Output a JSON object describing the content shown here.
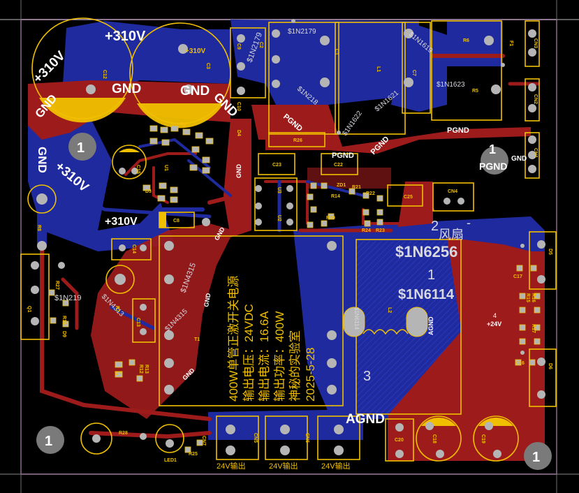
{
  "colors": {
    "background": "#000000",
    "top_copper": "#9e1b1b",
    "bottom_copper": "#1f2a9e",
    "silkscreen": "#f0c000",
    "pad": "#b5b5b5",
    "board_outline": "#c060c0",
    "top_silk_text": "#ffffff",
    "net_label": "#d8d8e0"
  },
  "nets": {
    "hv_plus": "+310V",
    "gnd": "GND",
    "pgnd": "PGND",
    "agnd": "AGND",
    "plus24": "+24V"
  },
  "pin_numbers": {
    "one": "1",
    "two": "2",
    "three": "3",
    "four": "4"
  },
  "netname_labels": {
    "n6256": "$1N6256",
    "n6114": "$1N6114",
    "n6114_short": "$1N6114",
    "n2179": "$1N2179",
    "n2179_b": "$1N2179",
    "n218": "$1N218",
    "n1622": "$1N1622",
    "n1623": "$1N1623",
    "n1621": "$1N1621",
    "n1619": "$1N1619",
    "n4315": "$1N4315",
    "n4315_b": "$1N4315",
    "n4313": "$1N4313",
    "n219": "$1N219"
  },
  "fan_label": "风扇",
  "fan_minus": "-",
  "mounting_hole": "1",
  "silk_note": {
    "line1": "400W单管正激开关电源",
    "line2": "输出电压：24VDC",
    "line3": "输出电流：16.6A",
    "line4": "输出功率：400W",
    "line5": "神秘的实验室",
    "line6": "2025-5-28"
  },
  "output_labels": {
    "out1": "24V输出",
    "out2": "24V输出",
    "out3": "24V输出"
  },
  "refdes": {
    "C12": "C12",
    "C3": "C3",
    "C2": "C2",
    "C1": "C1",
    "L1": "L1",
    "C7": "C7",
    "F1": "F1",
    "CN3": "CN3",
    "CN2": "CN2",
    "CN1": "CN1",
    "R5": "R5",
    "R6": "R6",
    "C9": "C9",
    "C10": "C10",
    "D4": "D4",
    "R26": "R26",
    "C23": "C23",
    "C22": "C22",
    "U3": "U3",
    "U2": "U2",
    "ZD1": "ZD1",
    "R21": "R21",
    "R22": "R22",
    "R14": "R14",
    "R19": "R19",
    "R24": "R24",
    "R23": "R23",
    "C25": "C25",
    "CN4": "CN4",
    "C15": "C15",
    "R8": "R8",
    "Q1": "Q1",
    "R27": "R27",
    "R10": "R10",
    "D9": "D9",
    "C14": "C14",
    "C13": "C13",
    "R7": "R7",
    "T1": "T1",
    "D7": "D7",
    "R12": "R12",
    "R13": "R13",
    "D8": "D8",
    "L2": "L2",
    "CN5": "CN5",
    "CN6": "CN6",
    "CN7": "CN7",
    "C20": "C20",
    "C18": "C18",
    "C19": "C19",
    "C17": "C17",
    "R15": "R15",
    "R16": "R16",
    "R17": "R17",
    "C16": "C16",
    "D5": "D5",
    "D6": "D6",
    "R28": "R28",
    "R25": "R25",
    "LED1": "LED1",
    "C8": "C8",
    "D3": "D3",
    "U1": "U1",
    "R9": "R9"
  }
}
